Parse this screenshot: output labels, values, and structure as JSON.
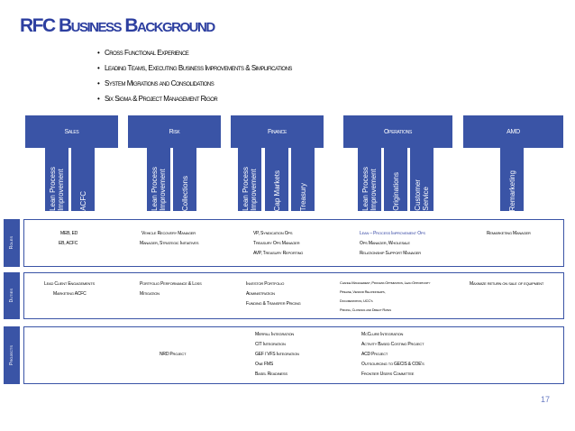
{
  "title": "RFC Business Background",
  "bullets": [
    "Cross Functional Experience",
    "Leading Teams, Executing Business Improvements & Simplifications",
    "System Migrations and Consolidations",
    "Six Sigma & Project Management Rigor"
  ],
  "departments": [
    "Sales",
    "Risk",
    "Finance",
    "Operations",
    "AMD"
  ],
  "subunits": {
    "sales": [
      "Lean Process\nImprovement",
      "ACFC"
    ],
    "risk": [
      "Lean Process\nImprovement",
      "Collections"
    ],
    "finance": [
      "Lean Process\nImprovement",
      "Cap Markets",
      "Treasury"
    ],
    "operations": [
      "Lean Process\nImprovement",
      "Originations",
      "Customer\nService"
    ],
    "amd": [
      "Remarketing"
    ]
  },
  "row_labels": {
    "roles": "Roles",
    "duties": "Duties",
    "projects": "Projects"
  },
  "roles": {
    "sales": [
      "MEB, ED",
      "EB, ACFC"
    ],
    "risk": [
      "Vehicle Recovery Manager",
      "Manager, Strategic Initiatives"
    ],
    "finance": [
      "VP, Syndication Ops",
      "Treasury Ops Manager",
      "AVP, Treasury Reporting"
    ],
    "operations": [
      "Lean – Process Improvement Ops",
      "Ops Manager, Wholesale",
      "Relationship Support Manager"
    ],
    "amd": [
      "Remarketing Manager"
    ]
  },
  "duties": {
    "sales": [
      "Lead Client Engagements",
      "Marketing ACFC"
    ],
    "risk": [
      "Portfolio Performance & Loss",
      "Mitigation"
    ],
    "finance": [
      "Investor Portfolio",
      "Administration",
      "Funding & Transfer Pricing"
    ],
    "operations": [
      "Change Management, Process Optimization, Lean Opportunity",
      "Pipeline, Vendor Relationships,",
      "Documentation, UCC's",
      "Pricing, Closings and Direct Rates"
    ],
    "amd": [
      "Maximize return on sale of equipment"
    ]
  },
  "projects": {
    "risk": [
      "NRD Project"
    ],
    "finance": [
      "Merrill Integration",
      "CIT Integration",
      "GEF / VFS Integration",
      "One FMS",
      "Basel Readiness"
    ],
    "operations": [
      "McClure Integration",
      "Activity Based Costing Project",
      "ACD Project",
      "Outsourcing to GECIS & COE's",
      "Frontier Users Committee"
    ]
  },
  "page_number": "17",
  "colors": {
    "accent": "#3a54a6",
    "title": "#2d3fa0",
    "highlight": "#2d3fa0"
  }
}
